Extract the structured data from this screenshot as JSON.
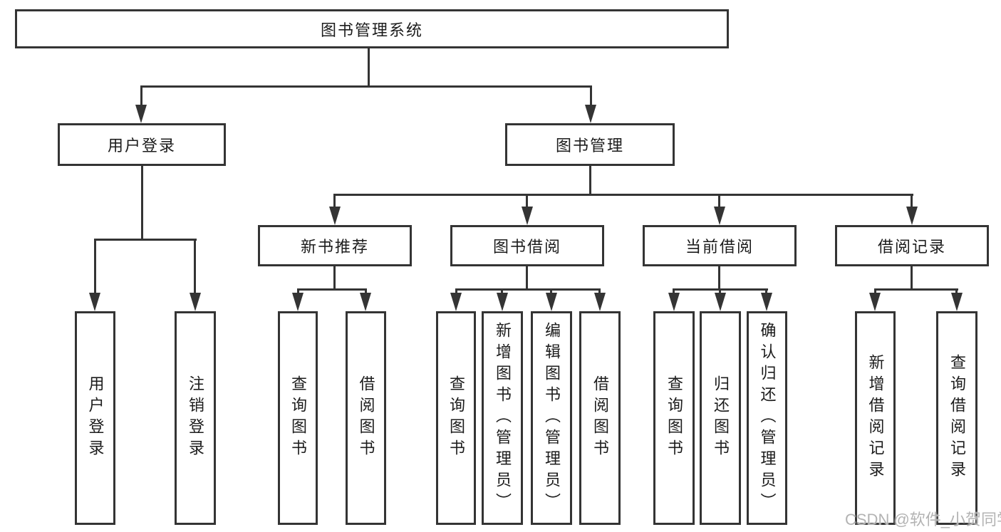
{
  "diagram": {
    "root": {
      "label": "图书管理系统"
    },
    "login": {
      "label": "用户登录",
      "children": [
        {
          "label": "用户登录"
        },
        {
          "label": "注销登录"
        }
      ]
    },
    "mgmt": {
      "label": "图书管理",
      "children": [
        {
          "label": "新书推荐",
          "children": [
            {
              "label": "查询图书"
            },
            {
              "label": "借阅图书"
            }
          ]
        },
        {
          "label": "图书借阅",
          "children": [
            {
              "label": "查询图书"
            },
            {
              "label": "新增图书（管理员）"
            },
            {
              "label": "编辑图书（管理员）"
            },
            {
              "label": "借阅图书"
            }
          ]
        },
        {
          "label": "当前借阅",
          "children": [
            {
              "label": "查询图书"
            },
            {
              "label": "归还图书"
            },
            {
              "label": "确认归还（管理员）"
            }
          ]
        },
        {
          "label": "借阅记录",
          "children": [
            {
              "label": "新增借阅记录"
            },
            {
              "label": "查询借阅记录"
            }
          ]
        }
      ]
    }
  },
  "watermark": {
    "text": "CSDN @软件_小贺同学"
  },
  "colors": {
    "line": "#343434",
    "text": "#1c1c1c",
    "watermark": "#b3b3b3",
    "background": "#ffffff"
  }
}
